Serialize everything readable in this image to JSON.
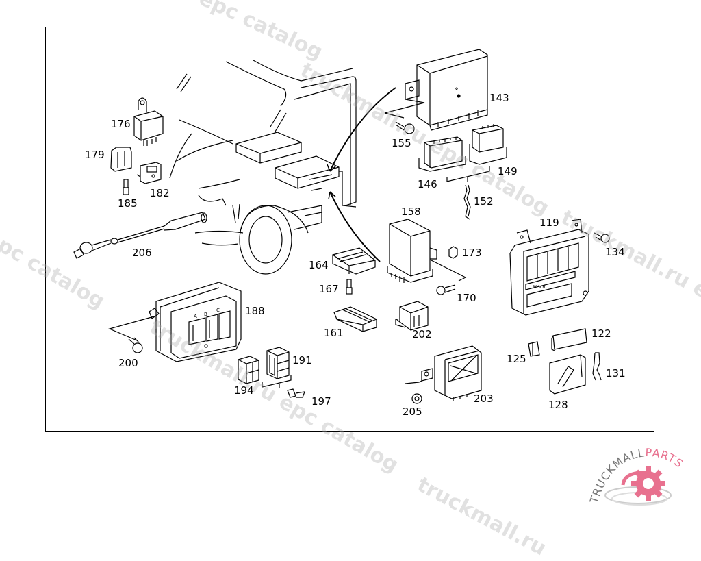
{
  "diagram": {
    "title": "Electrical control units and connectors",
    "parts": [
      {
        "id": "143",
        "name": "control-unit"
      },
      {
        "id": "155",
        "name": "screw"
      },
      {
        "id": "146",
        "name": "connector"
      },
      {
        "id": "149",
        "name": "connector"
      },
      {
        "id": "152",
        "name": "terminal"
      },
      {
        "id": "176",
        "name": "relay"
      },
      {
        "id": "179",
        "name": "relay-bracket"
      },
      {
        "id": "182",
        "name": "relay-socket"
      },
      {
        "id": "185",
        "name": "terminal"
      },
      {
        "id": "206",
        "name": "cable-sensor"
      },
      {
        "id": "158",
        "name": "control-module"
      },
      {
        "id": "173",
        "name": "nut"
      },
      {
        "id": "170",
        "name": "screw"
      },
      {
        "id": "164",
        "name": "connector-housing"
      },
      {
        "id": "167",
        "name": "terminal"
      },
      {
        "id": "161",
        "name": "connector-housing"
      },
      {
        "id": "202",
        "name": "connector"
      },
      {
        "id": "119",
        "name": "bosch-control-unit"
      },
      {
        "id": "134",
        "name": "bolt"
      },
      {
        "id": "122",
        "name": "connector-cover"
      },
      {
        "id": "125",
        "name": "clip"
      },
      {
        "id": "131",
        "name": "terminal"
      },
      {
        "id": "128",
        "name": "connector"
      },
      {
        "id": "188",
        "name": "control-unit"
      },
      {
        "id": "200",
        "name": "screw"
      },
      {
        "id": "191",
        "name": "connector"
      },
      {
        "id": "194",
        "name": "connector"
      },
      {
        "id": "197",
        "name": "terminal"
      },
      {
        "id": "203",
        "name": "relay-module"
      },
      {
        "id": "205",
        "name": "nut"
      }
    ],
    "labels": {
      "l143": "143",
      "l155": "155",
      "l146": "146",
      "l149": "149",
      "l152": "152",
      "l176": "176",
      "l179": "179",
      "l182": "182",
      "l185": "185",
      "l206": "206",
      "l158": "158",
      "l173": "173",
      "l170": "170",
      "l164": "164",
      "l167": "167",
      "l161": "161",
      "l202": "202",
      "l119": "119",
      "l134": "134",
      "l122": "122",
      "l125": "125",
      "l131": "131",
      "l128": "128",
      "l188": "188",
      "l200": "200",
      "l191": "191",
      "l194": "194",
      "l197": "197",
      "l203": "203",
      "l205": "205"
    },
    "connector_letters": [
      "A",
      "B",
      "C"
    ],
    "brand_mark": "BOSCH"
  },
  "watermark": {
    "text_a": "truckmall.ru epc catalog",
    "text_b": "epc catalog",
    "text_c": "truckmall.ru"
  },
  "logo": {
    "text_dark": "TRUCKMALL",
    "text_accent": "PARTS",
    "accent_color": "#e8718f",
    "dark_color": "#777777"
  }
}
